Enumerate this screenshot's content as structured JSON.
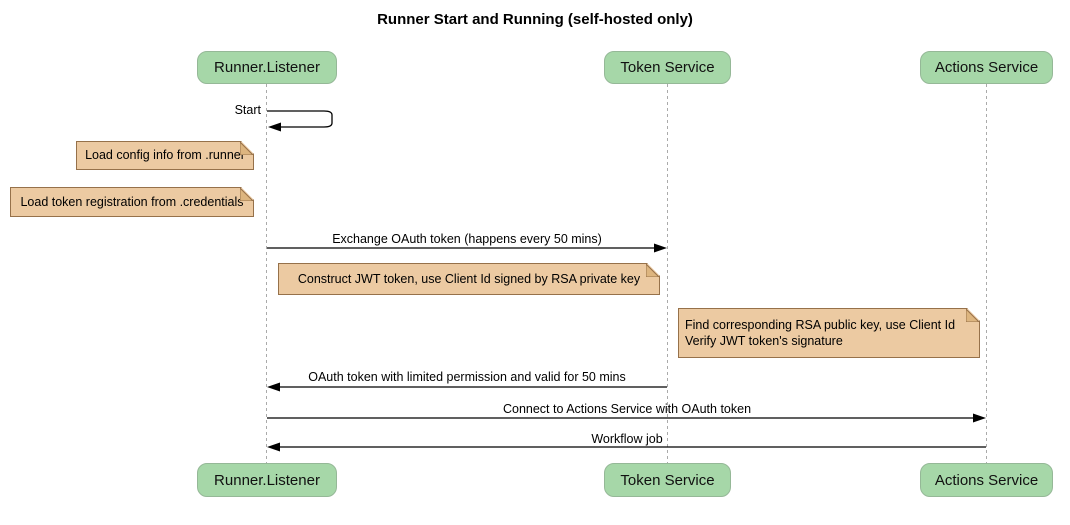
{
  "title": "Runner Start and Running (self-hosted only)",
  "diagram_type": "sequence-diagram",
  "participants": [
    {
      "id": "runner-listener",
      "label": "Runner.Listener"
    },
    {
      "id": "token-service",
      "label": "Token Service"
    },
    {
      "id": "actions-service",
      "label": "Actions Service"
    }
  ],
  "messages": [
    {
      "label": "Start",
      "from": "runner-listener",
      "to": "runner-listener",
      "kind": "self"
    },
    {
      "label": "Exchange OAuth token (happens every 50 mins)",
      "from": "runner-listener",
      "to": "token-service",
      "kind": "solid-arrow"
    },
    {
      "label": "OAuth token with limited permission and valid for 50 mins",
      "from": "token-service",
      "to": "runner-listener",
      "kind": "solid-arrow"
    },
    {
      "label": "Connect to Actions Service with OAuth token",
      "from": "runner-listener",
      "to": "actions-service",
      "kind": "solid-arrow"
    },
    {
      "label": "Workflow job",
      "from": "actions-service",
      "to": "runner-listener",
      "kind": "solid-arrow"
    }
  ],
  "notes": [
    {
      "position": "left of runner-listener",
      "lines": [
        "Load config info from .runner"
      ]
    },
    {
      "position": "left of runner-listener",
      "lines": [
        "Load token registration from .credentials"
      ]
    },
    {
      "position": "between runner-listener and token-service",
      "lines": [
        "Construct JWT token, use Client Id signed by RSA private key"
      ]
    },
    {
      "position": "right of token-service",
      "lines": [
        "Find corresponding RSA public key, use Client Id",
        "Verify JWT token's signature"
      ]
    }
  ],
  "colors": {
    "background": "#ffffff",
    "participant_fill": "#a6d7a8",
    "participant_border": "#95b897",
    "note_fill": "#eccaa2",
    "note_border": "#96714a",
    "note_fold": "#ddb57f",
    "message_line": "#000000",
    "lifeline": "#aaaaaa",
    "text": "#000000"
  }
}
